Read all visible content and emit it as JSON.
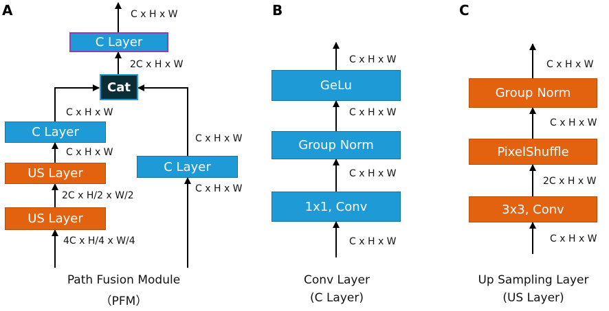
{
  "panels": {
    "a": {
      "letter": "A",
      "boxes": {
        "c_layer_top": "C Layer",
        "cat": "Cat",
        "c_layer_left": "C Layer",
        "us_layer_1": "US Layer",
        "us_layer_2": "US Layer",
        "c_layer_right": "C Layer"
      },
      "labels": {
        "out_top": "C x H x W",
        "cat_out": "2C x H x W",
        "left_c_out": "C x H x W",
        "us1_out": "C x H x W",
        "us2_out": "2C x H/2 x W/2",
        "left_in": "4C x H/4 x W/4",
        "right_c_out": "C x H x W",
        "right_in": "C x H x W"
      },
      "caption_line1": "Path Fusion Module",
      "caption_line2": "（PFM）"
    },
    "b": {
      "letter": "B",
      "boxes": {
        "gelu": "GeLu",
        "group_norm": "Group Norm",
        "conv": "1x1, Conv"
      },
      "labels": {
        "out": "C x H x W",
        "gn_out": "C x H x W",
        "conv_out": "C x H x W",
        "in": "C x H x W"
      },
      "caption_line1": "Conv Layer",
      "caption_line2": "(C Layer)"
    },
    "c": {
      "letter": "C",
      "boxes": {
        "group_norm": "Group Norm",
        "pixelshuffle": "PixelShuffle",
        "conv": "3x3, Conv"
      },
      "labels": {
        "out": "C x H x W",
        "ps_out": "C x H x W",
        "conv_out": "2C x H x W",
        "in": "C x H x W"
      },
      "caption_line1": "Up Sampling Layer",
      "caption_line2": "(US Layer)"
    }
  },
  "colors": {
    "blue": "#1e9ad6",
    "orange": "#e2620f",
    "dark": "#0b2d36",
    "purple": "#8a3fb5"
  }
}
